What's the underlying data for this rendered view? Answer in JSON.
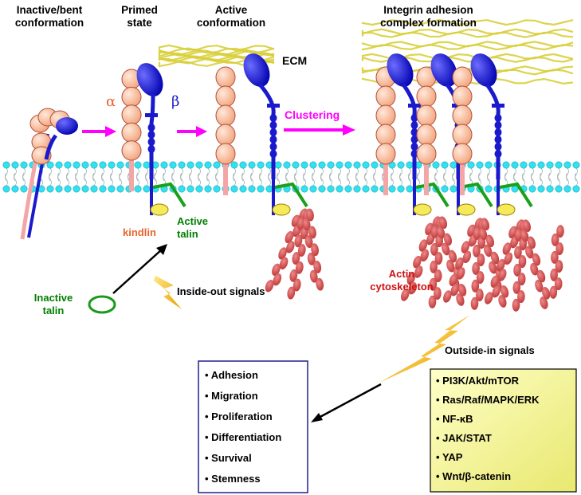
{
  "headers": {
    "inactive": [
      "Inactive/bent",
      "conformation"
    ],
    "primed": [
      "Primed",
      "state"
    ],
    "active": [
      "Active",
      "conformation"
    ],
    "complex": [
      "Integrin adhesion",
      "complex formation"
    ]
  },
  "labels": {
    "ecm": "ECM",
    "alpha": "α",
    "beta": "β",
    "clustering": "Clustering",
    "kindlin": "kindlin",
    "active_talin": [
      "Active",
      "talin"
    ],
    "inactive_talin": [
      "Inactive",
      "talin"
    ],
    "inside_out": "Inside-out signals",
    "actin": [
      "Actin",
      "cytoskeleton"
    ],
    "outside_in": "Outside-in signals"
  },
  "outcomes": [
    "Adhesion",
    "Migration",
    "Proliferation",
    "Differentiation",
    "Survival",
    "Stemness"
  ],
  "pathways": [
    "PI3K/Akt/mTOR",
    "Ras/Raf/MAPK/ERK",
    "NF-κB",
    "JAK/STAT",
    "YAP",
    "Wnt/β-catenin"
  ],
  "colors": {
    "alpha_fill": "#f6b99a",
    "beta_fill": "#1a1acc",
    "clustering_arrow": "#ff00ff",
    "talin_green": "#008000",
    "kindlin_orange": "#e8632a",
    "kindlin_fill": "#f5ea5a",
    "actin_red": "#d24b4b",
    "membrane_cyan": "#33e0f0",
    "ecm_yellow": "#e8e04a",
    "actin_label_red": "#cc1111",
    "box_border": "#20208a",
    "pathway_fill": "#f2f28c"
  }
}
